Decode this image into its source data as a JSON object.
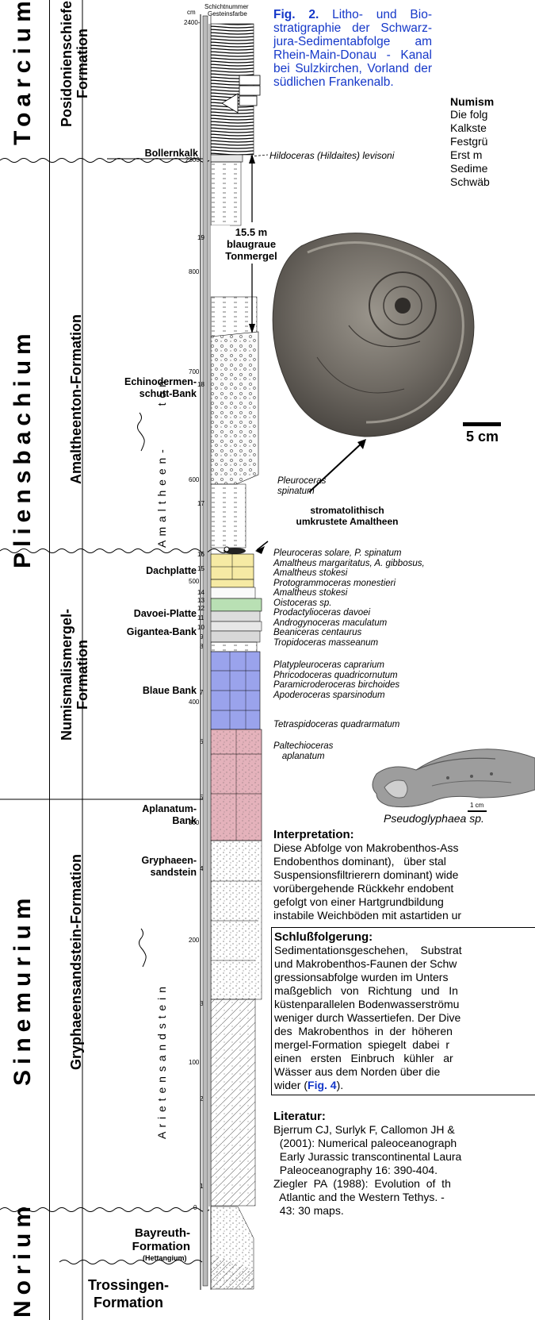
{
  "stages": {
    "toarcium": "Toarcium",
    "pliensbachium": "Pliensbachium",
    "sinemurium": "Sinemurium",
    "norium": "Norium"
  },
  "formations": {
    "posidonienschiefer": "Posidonienschiefer-\nFormation",
    "amaltheenton": "Amaltheenton-Formation",
    "numismalismergel": "Numismalismergel-\nFormation",
    "gryphaeensandstein": "Gryphaeensandstein-Formation",
    "bayreuth": "Bayreuth-\nFormation",
    "hettangium": "(Hettangium)",
    "trossingen": "Trossingen-\nFormation"
  },
  "vertical_labels": {
    "amaltheenton": "A m a l t h e e n -           t o n",
    "arietensandstein": "A r i e t e n s a n d s t e i n"
  },
  "column_header": {
    "schichtnummer": "Schichtnummer",
    "gesteinsfarbe": "Gesteinsfarbe",
    "unit": "cm"
  },
  "depth_ticks": [
    "2400-",
    "2300",
    "800",
    "700",
    "600",
    "500",
    "400",
    "300",
    "200",
    "100",
    "0"
  ],
  "layer_numbers": [
    "19",
    "18",
    "17",
    "16",
    "15",
    "14",
    "13",
    "12",
    "11",
    "10",
    "9",
    "8",
    "7",
    "6",
    "5",
    "4",
    "3",
    "2",
    "1"
  ],
  "beds": {
    "bollernkalk": "Bollernkalk",
    "echinodermen": "Echinodermen-\nschutt-Bank",
    "dachplatte": "Dachplatte",
    "davoei": "Davoei-Platte",
    "gigantea": "Gigantea-Bank",
    "blaue": "Blaue Bank",
    "aplanatum": "Aplanatum-\nBank",
    "gryphaeen": "Gryphaeen-\nsandstein"
  },
  "annotations": {
    "hildoceras": "Hildoceras (Hildaites) levisoni",
    "thickness": "15.5 m\nblaugraue\nTonmergel",
    "pleuroceras_spinatum": "Pleuroceras\nspinatum",
    "stromatolith": "stromatolithisch\numkrustete Amaltheen",
    "scale_5cm": "5 cm",
    "scale_1cm": "1 cm",
    "pseudoglyphaea": "Pseudoglyphaea sp."
  },
  "fossil_lists": [
    "Pleuroceras solare, P. spinatum\nAmaltheus margaritatus, A. gibbosus,\nAmaltheus stokesi\nProtogrammoceras monestieri\nAmaltheus stokesi\nOistoceras sp.\nProdactylioceras davoei\nAndrogynoceras maculatum",
    "Beaniceras centaurus\nTropidoceras masseanum",
    "Platypleuroceras caprarium\nPhricodoceras quadricornutum\nParamicroderoceras birchoides\nApoderoceras sparsinodum",
    "Tetraspidoceras quadrarmatum",
    "Paltechioceras\naplanatum"
  ],
  "caption": {
    "label": "Fig. 2.",
    "text": " Litho- und Bio-stratigraphie der Schwarz-jura-Sedimentabfolge am Rhein-Main-Donau - Kanal bei Sulzkirchen, Vorland der südlichen Frankenalb."
  },
  "numism": {
    "heading": "Numism",
    "lines": [
      "Die folg",
      "Kalkste",
      "Festgrü",
      "Erst m",
      "Sedime",
      "Schwäb"
    ]
  },
  "interpretation": {
    "heading": "Interpretation:",
    "lines": [
      "Diese Abfolge von Makrobenthos-Ass",
      "Endobenthos dominant),   über stal",
      "Suspensionsfiltrierern dominant) wide",
      "vorübergehende Rückkehr endobent",
      "gefolgt von einer Hartgrundbildung",
      "instabile Weichböden mit astartiden ur"
    ]
  },
  "schluss": {
    "heading": "Schlußfolgerung:",
    "lines": [
      "Sedimentationsgeschehen,    Substrat",
      "und Makrobenthos-Faunen der Schw",
      "gressionsabfolge wurden im Unters",
      "maßgeblich   von   Richtung   und   In",
      "küstenparallelen Bodenwasserströmu",
      "weniger durch Wassertiefen. Der Dive",
      "des  Makrobenthos  in  der  höheren",
      "mergel-Formation  spiegelt  dabei  r",
      "einen   ersten   Einbruch   kühler   ar",
      "Wässer aus dem Norden über die"
    ],
    "last_prefix": "wider (",
    "fig_ref": "Fig. 4",
    "last_suffix": ")."
  },
  "literatur": {
    "heading": "Literatur:",
    "lines": [
      "Bjerrum CJ, Surlyk F, Callomon JH &",
      "  (2001): Numerical paleoceanograph",
      "  Early Jurassic transcontinental Laura",
      "  Paleoceanography 16: 390-404.",
      "Ziegler  PA  (1988):  Evolution  of  th",
      "  Atlantic and the Western Tethys. -",
      "  43: 30 maps."
    ]
  },
  "colors": {
    "caption_blue": "#1538c9",
    "dachplatte_yellow": "#f6eaa4",
    "davoei_green": "#b9e0b4",
    "blaue_bank": "#9aa3ec",
    "gryphaeen_pink": "#e4b2bb",
    "ammonite_stone": "#7b766f"
  }
}
